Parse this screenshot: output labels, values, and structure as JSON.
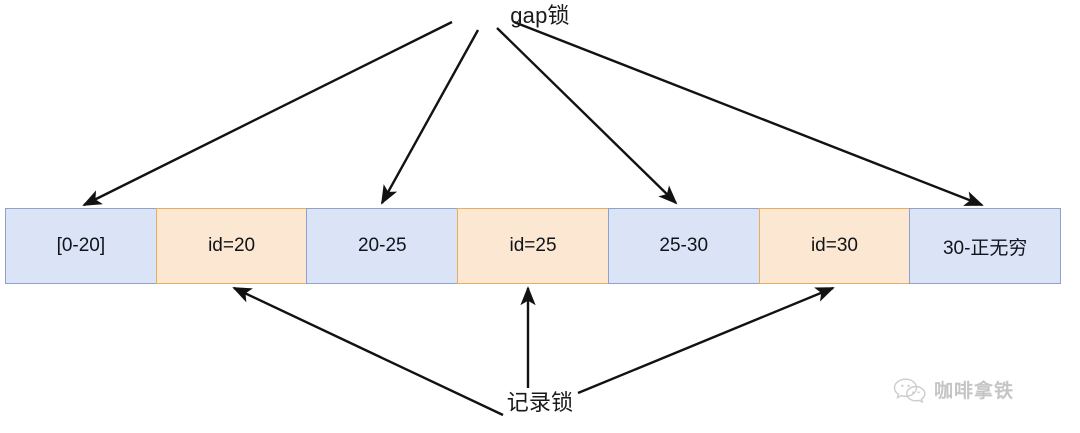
{
  "diagram": {
    "title_top": "gap锁",
    "title_bottom": "记录锁",
    "cells": [
      {
        "label": "[0-20]",
        "kind": "gap"
      },
      {
        "label": "id=20",
        "kind": "rec"
      },
      {
        "label": "20-25",
        "kind": "gap"
      },
      {
        "label": "id=25",
        "kind": "rec"
      },
      {
        "label": "25-30",
        "kind": "gap"
      },
      {
        "label": "id=30",
        "kind": "rec"
      },
      {
        "label": "30-正无穷",
        "kind": "gap"
      }
    ],
    "colors": {
      "gap_fill": "#dbe4f6",
      "gap_border": "#8fa3c8",
      "record_fill": "#fce8d2",
      "record_border": "#e8ae5e",
      "arrow": "#121212",
      "text": "#11131a"
    },
    "gap_arrow_targets": [
      82,
      382,
      678,
      982
    ],
    "record_arrow_targets": [
      233,
      528,
      831
    ]
  },
  "watermark": {
    "text": "咖啡拿铁",
    "icon": "wechat-bubble-icon"
  }
}
